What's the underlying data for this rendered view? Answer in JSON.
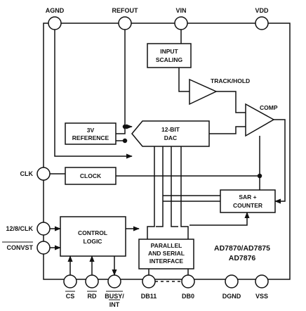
{
  "colors": {
    "line": "#111111",
    "background": "#ffffff"
  },
  "pins": {
    "agnd": "AGND",
    "refout": "REFOUT",
    "vin": "VIN",
    "vdd": "VDD",
    "clk": "CLK",
    "twelve_8_clk": "12/8/CLK",
    "convst": "CONVST",
    "cs": "CS",
    "rd": "RD",
    "busy_int_line1": "BUSY/",
    "busy_int_line2": "INT",
    "db11": "DB11",
    "db0": "DB0",
    "dgnd": "DGND",
    "vss": "VSS"
  },
  "blocks": {
    "input_scaling_line1": "INPUT",
    "input_scaling_line2": "SCALING",
    "track_hold": "TRACK/HOLD",
    "comp": "COMP",
    "reference_line1": "3V",
    "reference_line2": "REFERENCE",
    "dac_line1": "12-BIT",
    "dac_line2": "DAC",
    "clock": "CLOCK",
    "sar_line1": "SAR +",
    "sar_line2": "COUNTER",
    "control_line1": "CONTROL",
    "control_line2": "LOGIC",
    "interface_line1": "PARALLEL",
    "interface_line2": "AND SERIAL",
    "interface_line3": "INTERFACE"
  },
  "part_numbers": {
    "line1": "AD7870/AD7875",
    "line2": "AD7876"
  }
}
